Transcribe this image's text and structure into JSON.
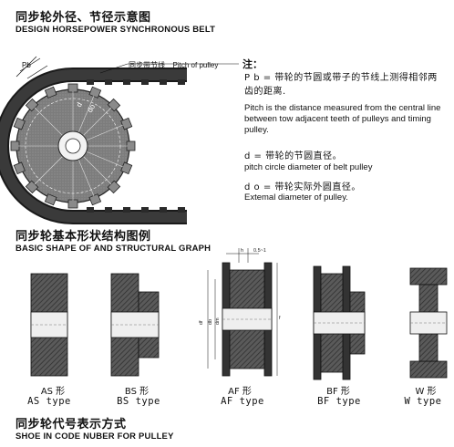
{
  "header": {
    "title_cn": "同步轮外径、节径示意图",
    "title_en": "DESIGN HORSEPOWER SYNCHRONOUS BELT"
  },
  "pulley_diagram": {
    "label_pitch_cn": "同步带节线",
    "label_pitch_en": "Pitch of pulley",
    "label_pb": "Pb",
    "label_d": "d",
    "label_do": "do"
  },
  "notes": {
    "heading": "注：",
    "pb_cn": "P b = 带轮的节圆或带子的节线上测得相邻两齿的距离.",
    "pb_en": "Pitch is the distance measured from the central line between tow adjacent teeth of pulleys and timing pulley.",
    "d_cn": "d = 带轮的节圆直径。",
    "d_en": "pitch circle diameter of belt pulley",
    "do_cn": "d o = 带轮实际外圆直径。",
    "do_en": "Extemal diameter of pulley."
  },
  "section2": {
    "title_cn": "同步轮基本形状结构图例",
    "title_en": "BASIC SHAPE OF  AND  STRUCTURAL GRAPH"
  },
  "shapes": [
    {
      "cn": "AS 形",
      "en": "AS type"
    },
    {
      "cn": "BS 形",
      "en": "BS type"
    },
    {
      "cn": "AF 形",
      "en": "AF type"
    },
    {
      "cn": "BF 形",
      "en": "BF type"
    },
    {
      "cn": "W 形",
      "en": "W type"
    }
  ],
  "af_dims": {
    "h": "h",
    "r": "0.5~1",
    "df": "df",
    "db": "db",
    "dm": "dm",
    "f": "f"
  },
  "section3": {
    "title_cn": "同步轮代号表示方式",
    "title_en": "SHOE IN CODE NUBER FOR PULLEY"
  },
  "colors": {
    "hatch": "#4a4a4a",
    "body": "#6e6e6e",
    "light": "#a5a5a5",
    "bore": "#d8d8d8"
  }
}
